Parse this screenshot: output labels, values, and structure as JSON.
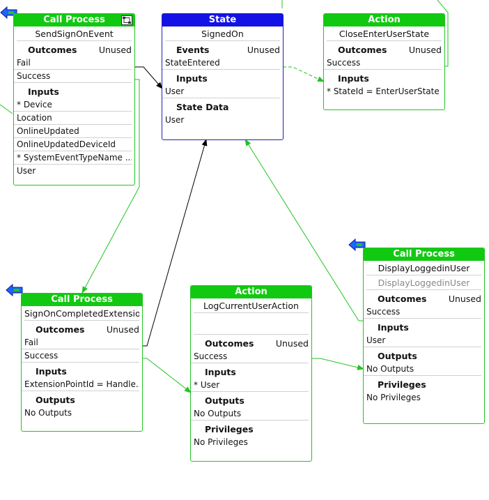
{
  "colors": {
    "action_header": "#12c912",
    "state_header": "#1212e6",
    "wire_green": "#22c322",
    "wire_black": "#000000"
  },
  "nodes": {
    "send_signon": {
      "header": "Call Process",
      "name": "SendSignOnEvent",
      "outcomes_label": "Outcomes",
      "outcomes_status": "Unused",
      "outcomes": [
        "Fail",
        "Success"
      ],
      "inputs_label": "Inputs",
      "inputs": [
        "* Device",
        "Location",
        "OnlineUpdated",
        "OnlineUpdatedDeviceId",
        "* SystemEventTypeName ...",
        "User"
      ]
    },
    "state_signedon": {
      "header": "State",
      "name": "SignedOn",
      "events_label": "Events",
      "events_status": "Unused",
      "events": [
        "StateEntered"
      ],
      "inputs_label": "Inputs",
      "inputs": [
        "User"
      ],
      "statedata_label": "State Data",
      "statedata": [
        "User"
      ]
    },
    "close_enter": {
      "header": "Action",
      "name": "CloseEnterUserState",
      "outcomes_label": "Outcomes",
      "outcomes_status": "Unused",
      "outcomes": [
        "Success"
      ],
      "inputs_label": "Inputs",
      "inputs": [
        "* StateId = EnterUserState"
      ]
    },
    "display_loggedin": {
      "header": "Call Process",
      "name": "DisplayLoggedinUser",
      "subname": "DisplayLoggedinUser",
      "outcomes_label": "Outcomes",
      "outcomes_status": "Unused",
      "outcomes": [
        "Success"
      ],
      "inputs_label": "Inputs",
      "inputs": [
        "User"
      ],
      "outputs_label": "Outputs",
      "outputs": [
        "No Outputs"
      ],
      "privileges_label": "Privileges",
      "privileges": [
        "No Privileges"
      ]
    },
    "signon_completed": {
      "header": "Call Process",
      "name": "SignOnCompletedExtension",
      "outcomes_label": "Outcomes",
      "outcomes_status": "Unused",
      "outcomes": [
        "Fail",
        "Success"
      ],
      "inputs_label": "Inputs",
      "inputs": [
        "ExtensionPointId = Handle..."
      ],
      "outputs_label": "Outputs",
      "outputs": [
        "No Outputs"
      ]
    },
    "log_current": {
      "header": "Action",
      "name": "LogCurrentUserAction",
      "outcomes_label": "Outcomes",
      "outcomes_status": "Unused",
      "outcomes": [
        "Success"
      ],
      "inputs_label": "Inputs",
      "inputs": [
        "* User"
      ],
      "outputs_label": "Outputs",
      "outputs": [
        "No Outputs"
      ],
      "privileges_label": "Privileges",
      "privileges": [
        "No Privileges"
      ]
    }
  }
}
